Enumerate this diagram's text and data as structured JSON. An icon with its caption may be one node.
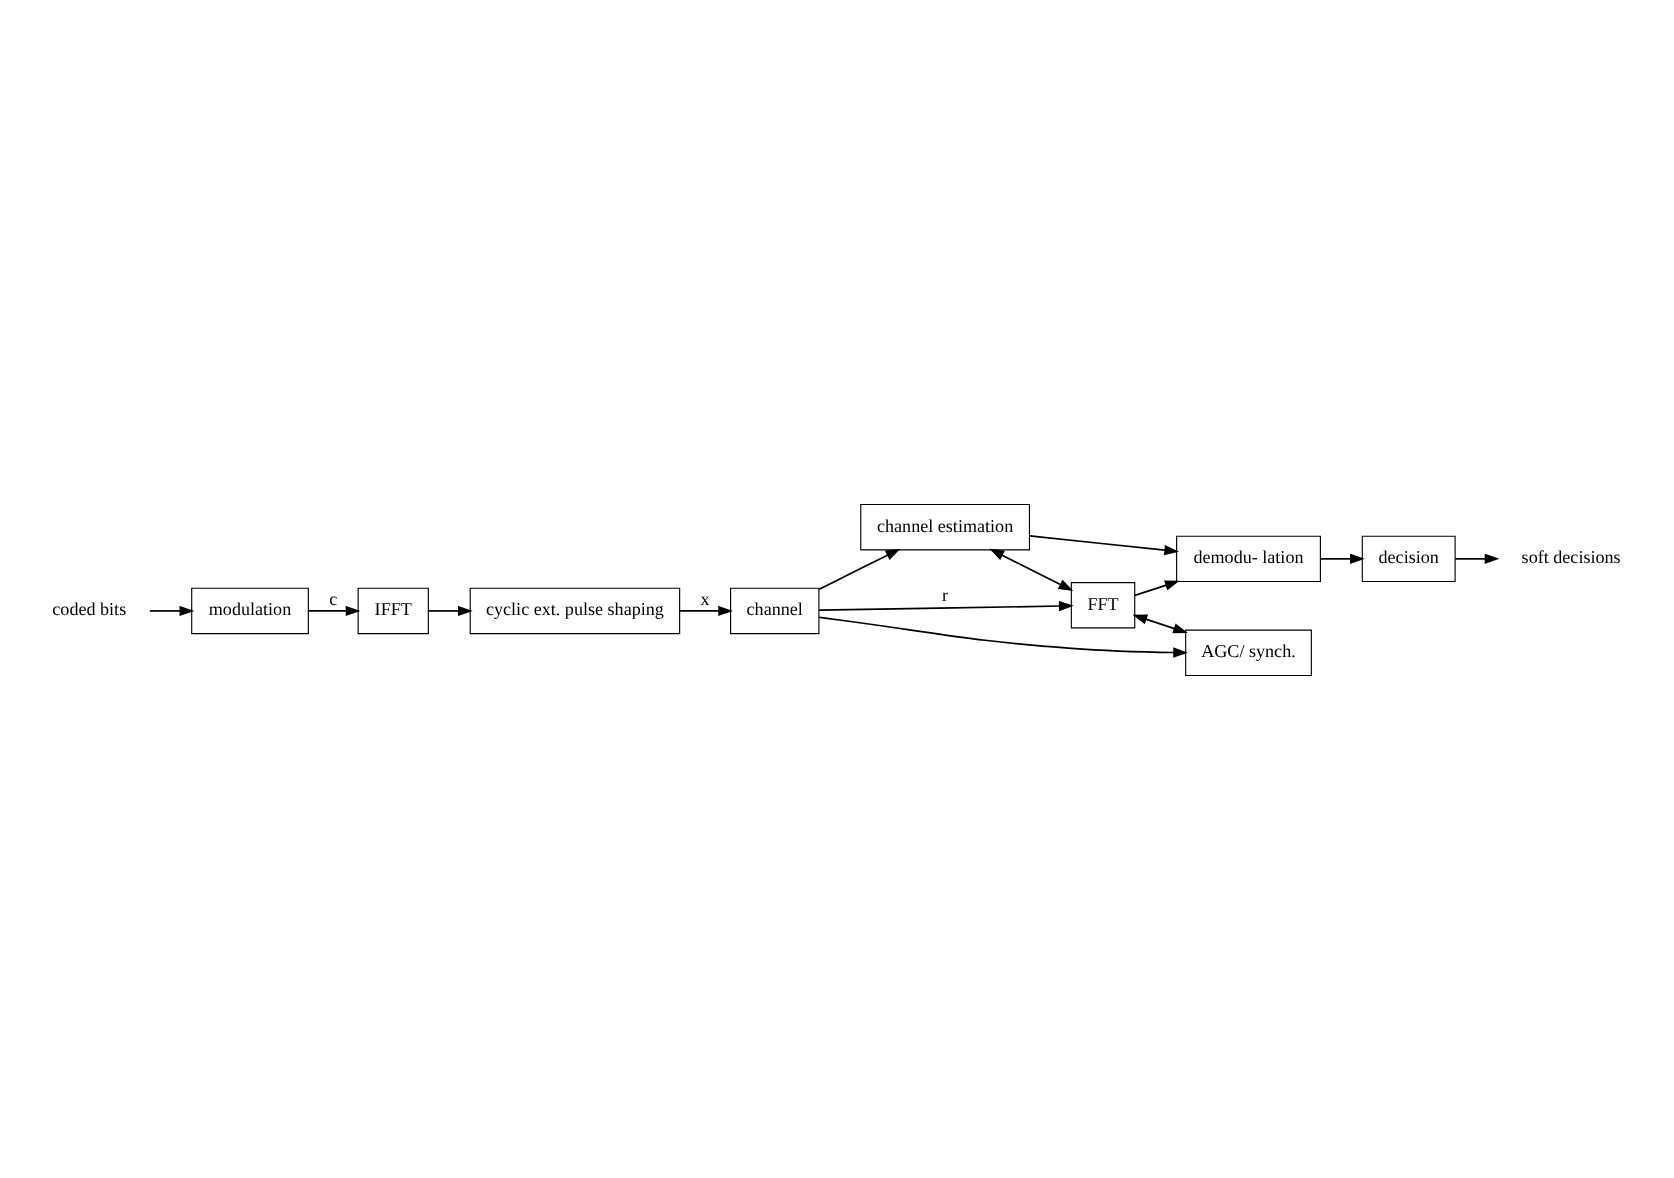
{
  "diagram": {
    "nodes": [
      {
        "text": [
          "coded bits"
        ]
      },
      {
        "text": [
          "modulation"
        ]
      },
      {
        "text": [
          "IFFT"
        ]
      },
      {
        "text": [
          "cyclic ext. pulse shaping"
        ]
      },
      {
        "text": [
          "channel"
        ]
      },
      {
        "text": [
          "channel estimation"
        ]
      },
      {
        "text": [
          "FFT"
        ]
      },
      {
        "text": [
          "demodu- lation"
        ]
      },
      {
        "text": [
          "decision"
        ]
      },
      {
        "text": [
          "AGC/ synch."
        ]
      },
      {
        "text": [
          "soft decisions"
        ]
      }
    ],
    "edges": [
      {
        "from": 0,
        "to": 1,
        "arrow": "to"
      },
      {
        "from": 1,
        "to": 2,
        "arrow": "to",
        "label": "c"
      },
      {
        "from": 2,
        "to": 3,
        "arrow": "to"
      },
      {
        "from": 3,
        "to": 4,
        "arrow": "to",
        "label": "x"
      },
      {
        "from": 4,
        "to": 6,
        "arrow": "to",
        "label": "r"
      },
      {
        "from": 4,
        "to": 5,
        "arrow": "to"
      },
      {
        "from": 4,
        "to": 9,
        "arrow": "to"
      },
      {
        "from": 5,
        "to": 6,
        "arrow": "both"
      },
      {
        "from": 6,
        "to": 9,
        "arrow": "both"
      },
      {
        "from": 5,
        "to": 7,
        "arrow": "to"
      },
      {
        "from": 6,
        "to": 7,
        "arrow": "to"
      },
      {
        "from": 7,
        "to": 8,
        "arrow": "to"
      },
      {
        "from": 8,
        "to": 10,
        "arrow": "to"
      }
    ]
  }
}
